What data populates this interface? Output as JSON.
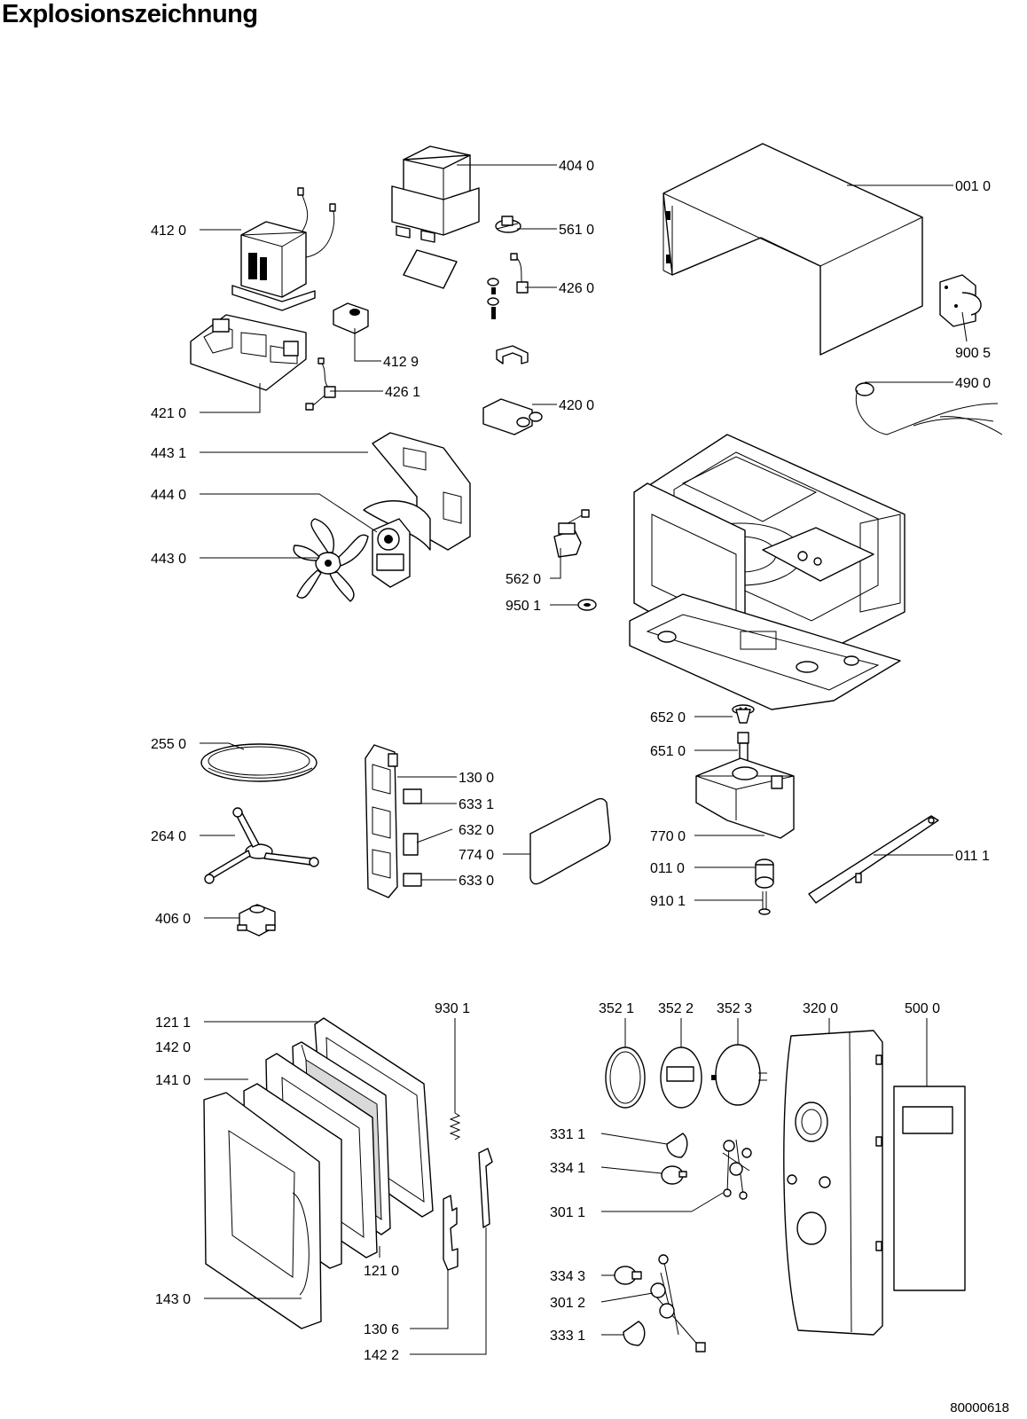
{
  "title": "Explosionszeichnung",
  "document_number": "80000618",
  "part_labels": {
    "p4040": "404 0",
    "p0010": "001 0",
    "p4120": "412 0",
    "p5610": "561 0",
    "p4260": "426 0",
    "p4129": "412 9",
    "p9005": "900 5",
    "p4261": "426 1",
    "p4900": "490 0",
    "p4210": "421 0",
    "p4200": "420 0",
    "p4431": "443 1",
    "p4440": "444 0",
    "p4430": "443 0",
    "p5620": "562 0",
    "p9501": "950 1",
    "p6520": "652 0",
    "p6510": "651 0",
    "p2550": "255 0",
    "p1300": "130 0",
    "p6331": "633 1",
    "p2640": "264 0",
    "p6320": "632 0",
    "p7740": "774 0",
    "p7700": "770 0",
    "p0110": "011 0",
    "p0111": "011 1",
    "p6330": "633 0",
    "p9101": "910 1",
    "p4060": "406 0",
    "p1211": "121 1",
    "p9301": "930 1",
    "p3521": "352 1",
    "p3522": "352 2",
    "p3523": "352 3",
    "p3200": "320 0",
    "p5000": "500 0",
    "p1420": "142 0",
    "p1410": "141 0",
    "p3311": "331 1",
    "p3341": "334 1",
    "p3011": "301 1",
    "p1210": "121 0",
    "p3343": "334 3",
    "p1430": "143 0",
    "p3012": "301 2",
    "p1306": "130 6",
    "p3331": "333 1",
    "p1422": "142 2"
  }
}
